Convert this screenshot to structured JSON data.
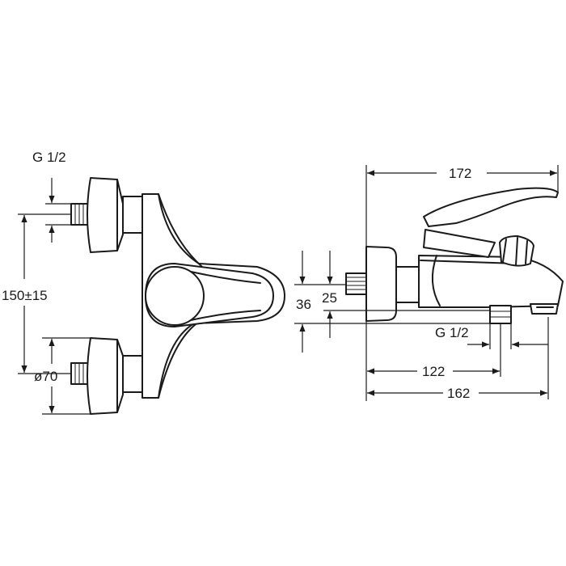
{
  "front_view": {
    "thread_label": "G 1/2",
    "center_distance_label": "150±15",
    "flange_label": "ø70"
  },
  "side_view": {
    "overall_length_label": "172",
    "height_36_label": "36",
    "height_25_label": "25",
    "outlet_thread_label": "G 1/2",
    "outlet_distance_label": "122",
    "body_length_label": "162"
  },
  "colors": {
    "line": "#1a1a1a",
    "background": "#ffffff"
  }
}
